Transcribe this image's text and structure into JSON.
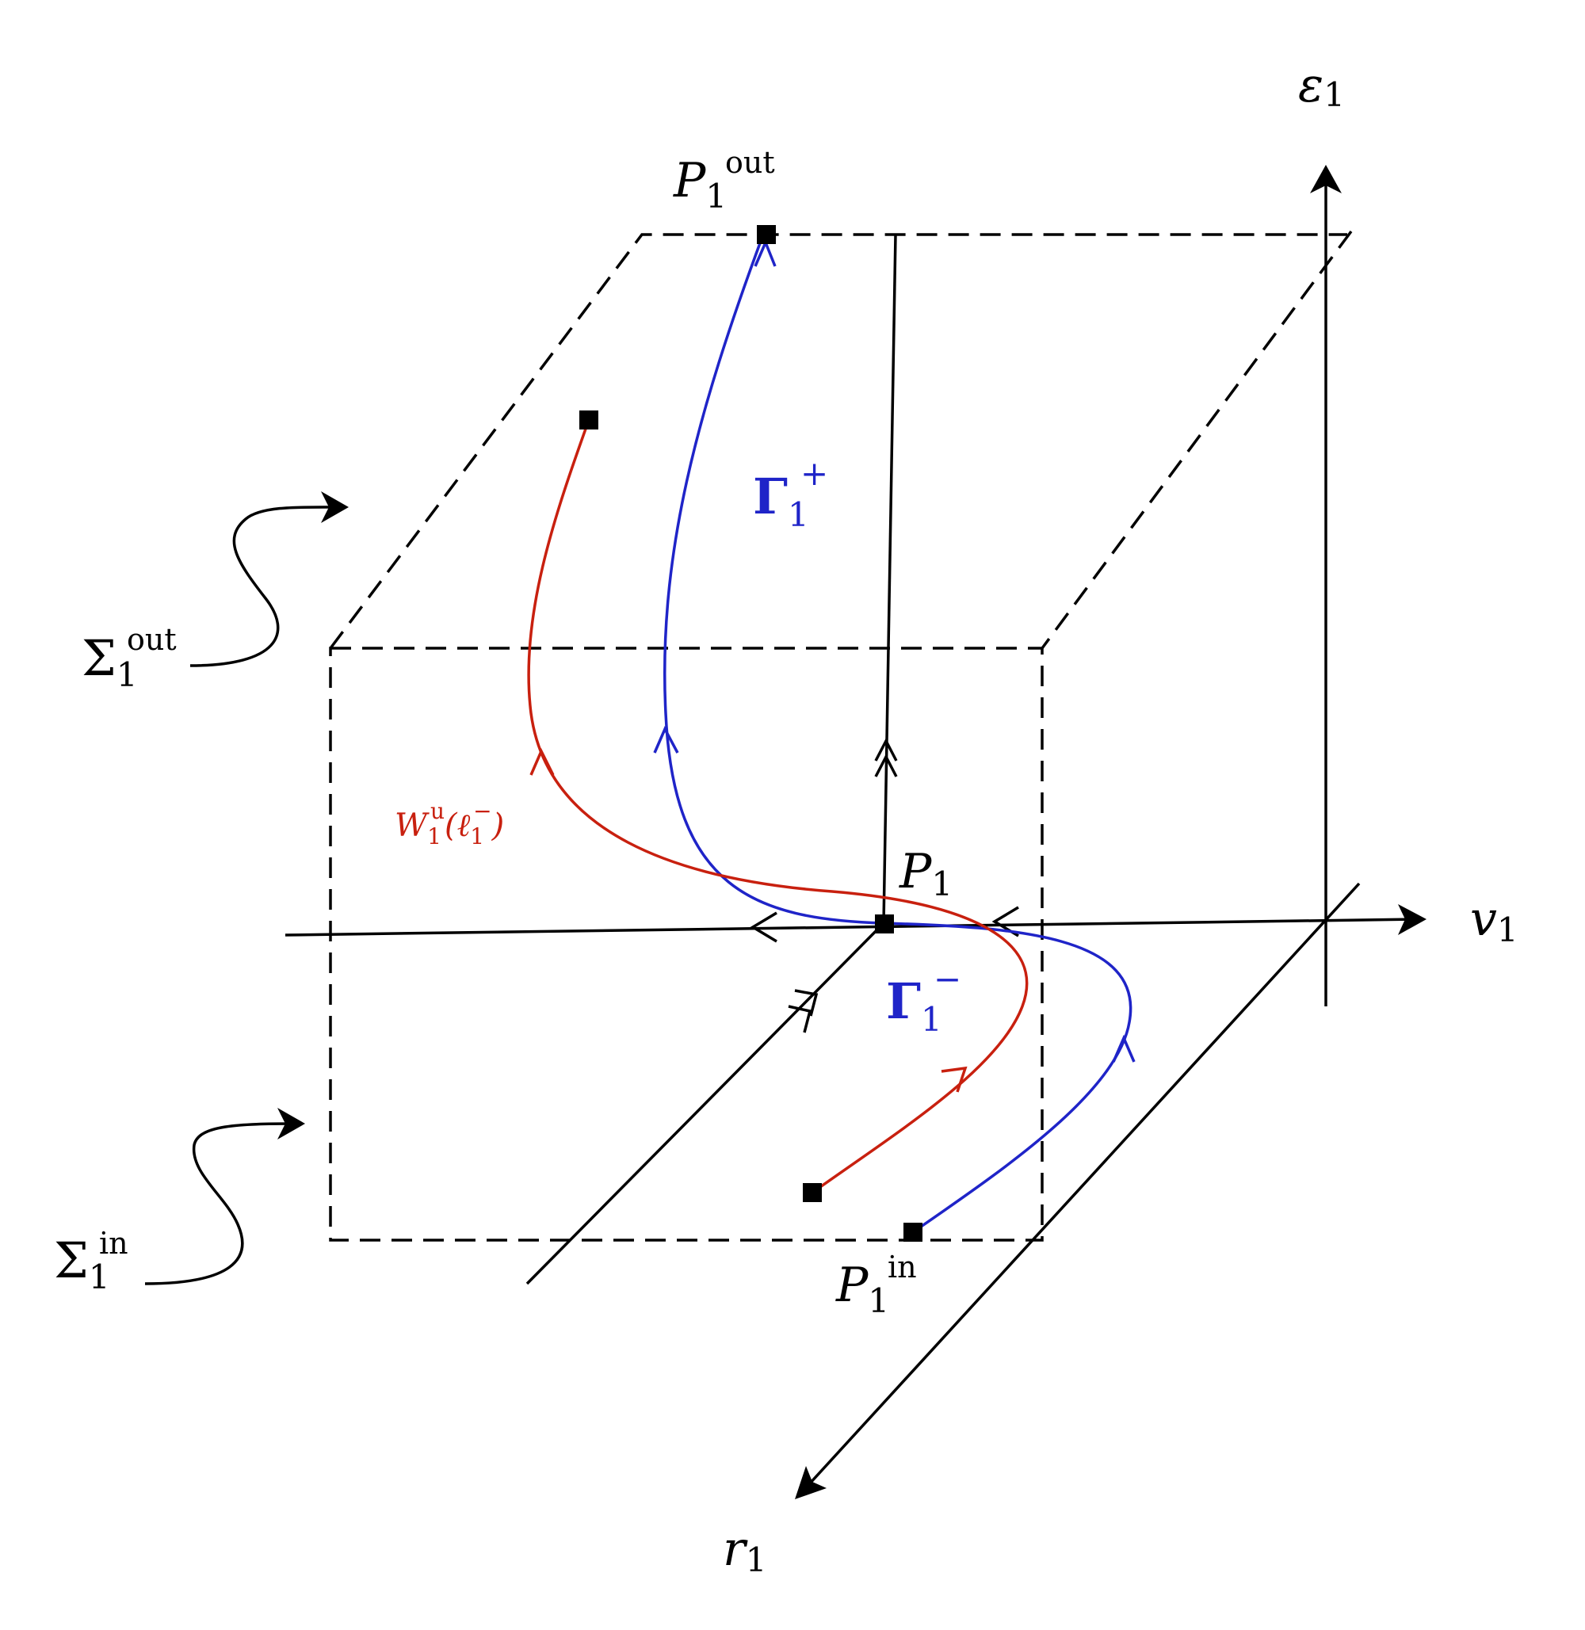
{
  "axes": {
    "epsilon": {
      "symbol": "ε",
      "sub": "1"
    },
    "v": {
      "symbol": "v",
      "sub": "1"
    },
    "r": {
      "symbol": "r",
      "sub": "1"
    }
  },
  "points": {
    "P1": {
      "symbol": "P",
      "sub": "1"
    },
    "P1_out": {
      "symbol": "P",
      "sub": "1",
      "sup": "out"
    },
    "P1_in": {
      "symbol": "P",
      "sub": "1",
      "sup": "in"
    }
  },
  "sections": {
    "sigma_out": {
      "symbol": "Σ",
      "sub": "1",
      "sup": "out"
    },
    "sigma_in": {
      "symbol": "Σ",
      "sub": "1",
      "sup": "in"
    }
  },
  "orbits": {
    "gamma_plus": {
      "symbol": "Γ",
      "sub": "1",
      "sup": "+",
      "color": "#1f24c8"
    },
    "gamma_minus": {
      "symbol": "Γ",
      "sub": "1",
      "sup": "−",
      "color": "#1f24c8"
    },
    "unstable_manifold": {
      "symbol": "W",
      "sub": "1",
      "sup": "u",
      "arg_open": "(",
      "arg_symbol": "ℓ",
      "arg_sub": "1",
      "arg_sup": "−",
      "arg_close": ")",
      "color": "#c8200f"
    }
  }
}
